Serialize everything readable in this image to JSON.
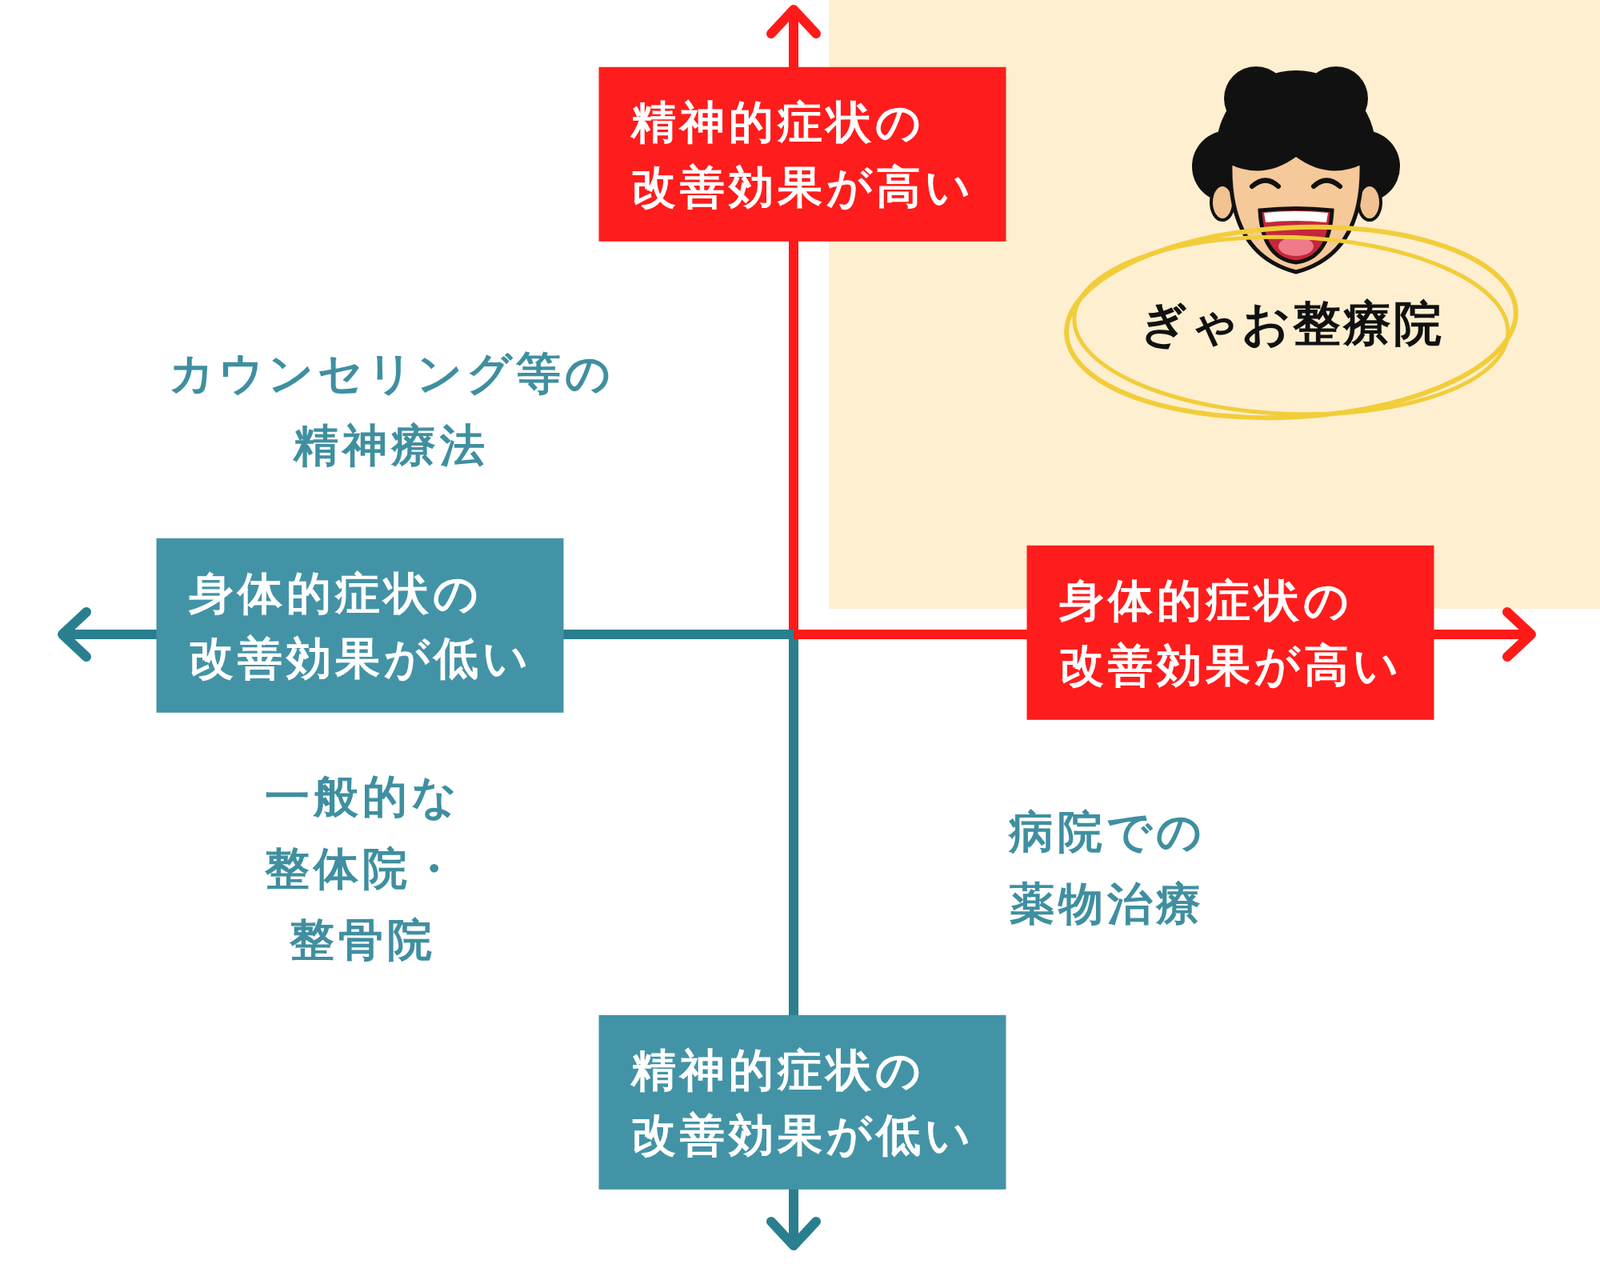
{
  "diagram": {
    "nodes": [
      {
        "text": [
          "精神的症状の 改善効果が高い"
        ]
      },
      {
        "text": [
          "ぎゃお整療院"
        ]
      },
      {
        "text": [
          "身体的症状の 改善効果が低い"
        ]
      },
      {
        "text": [
          "身体的症状の 改善効果が高い"
        ]
      },
      {
        "text": [
          "精神的症状の 改善効果が低い"
        ]
      }
    ],
    "labels": [
      "カウンセリング等の 精神療法",
      "一般的な 整体院・整骨院",
      "病院での 薬物治療"
    ]
  }
}
